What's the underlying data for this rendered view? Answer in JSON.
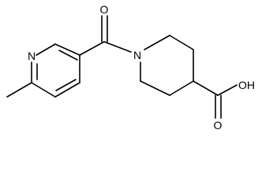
{
  "diagram": {
    "atoms": {
      "pyridine_nitrogen": "N",
      "piperidine_nitrogen": "N",
      "carbonyl_oxygen": "O",
      "hydroxyl": "OH",
      "acid_oxygen": "O"
    }
  }
}
